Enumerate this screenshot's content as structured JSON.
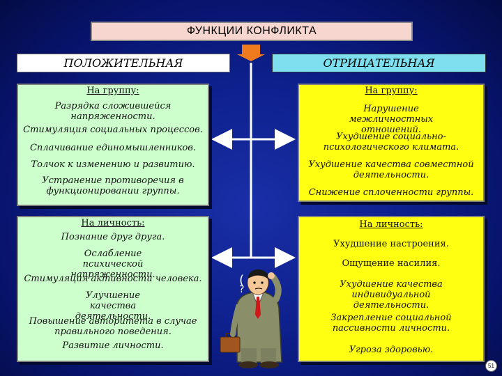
{
  "title": "ФУНКЦИИ КОНФЛИКТА",
  "positive": {
    "heading": "ПОЛОЖИТЕЛЬНАЯ",
    "group": {
      "header": "На группу:",
      "items": [
        "Разрядка сложившейся напряженности.",
        "Стимуляция социальных процессов.",
        "Сплачивание единомышленников.",
        "Толчок к изменению и развитию.",
        "Устранение противоречия в функционировании группы."
      ]
    },
    "person": {
      "header": "На личность:",
      "items": [
        "Познание друг друга.",
        "Ослабление психической напряженности.",
        "Стимуляция активности человека.",
        "Улучшение качества деятельности.",
        "Повышение авторитета в случае правильного поведения.",
        "Развитие личности."
      ]
    }
  },
  "negative": {
    "heading": "ОТРИЦАТЕЛЬНАЯ",
    "group": {
      "header": "На группу:",
      "items": [
        "Нарушение межличностных отношений.",
        "Ухудшение социально-психологического климата.",
        "Ухудшение качества совместной деятельности.",
        "Снижение сплоченности группы."
      ]
    },
    "person": {
      "header": "На личность:",
      "items": [
        "Ухудшение настроения.",
        "Ощущение насилия.",
        "Ухудшение качества индивидуальной деятельности.",
        "Закрепление социальной пассивности личности.",
        "Угроза здоровью."
      ]
    }
  },
  "page_number": "51",
  "colors": {
    "background": "#0d1f8a",
    "positive_panels": "#ccffcc",
    "negative_panels": "#ffff11",
    "negative_heading": "#7ee0ef",
    "title_bar": "#f7d6cf",
    "connector_arrow": "#f07a1e"
  },
  "icons": [
    "man-thinking-icon",
    "orange-arrow-icon"
  ]
}
